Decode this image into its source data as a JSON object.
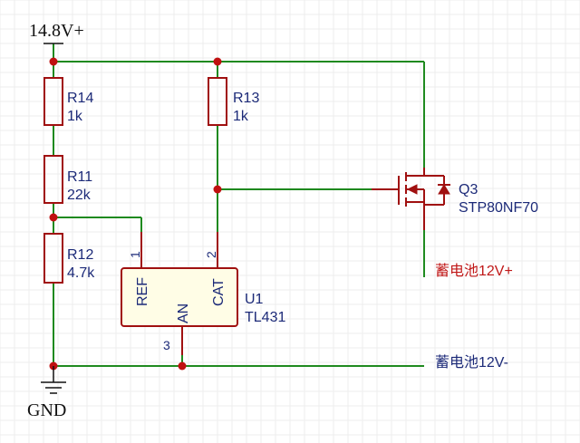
{
  "nets": {
    "vcc": "14.8V+",
    "gnd": "GND",
    "battery_pos": "蓄电池12V+",
    "battery_neg": "蓄电池12V-"
  },
  "components": {
    "r14": {
      "ref": "R14",
      "value": "1k"
    },
    "r13": {
      "ref": "R13",
      "value": "1k"
    },
    "r11": {
      "ref": "R11",
      "value": "22k"
    },
    "r12": {
      "ref": "R12",
      "value": "4.7k"
    },
    "q3": {
      "ref": "Q3",
      "value": "STP80NF70"
    },
    "u1": {
      "ref": "U1",
      "value": "TL431",
      "pins": {
        "ref_name": "REF",
        "ref_num": "1",
        "cat_name": "CAT",
        "cat_num": "2",
        "an_name": "AN",
        "an_num": "3"
      }
    }
  },
  "colors": {
    "wire": "#1f8a1f",
    "component": "#a01010",
    "label": "#1c2a78",
    "net_positive": "#c01818"
  }
}
